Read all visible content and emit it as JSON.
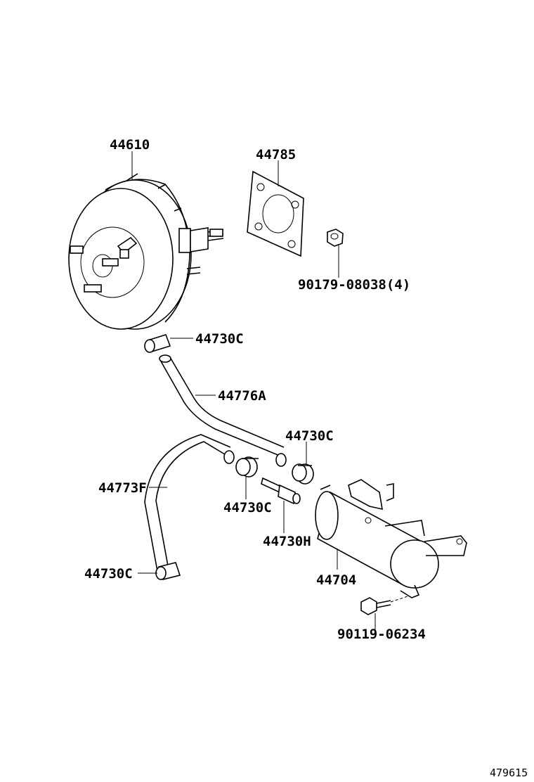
{
  "parts": {
    "booster": "44610",
    "gasket": "44785",
    "nut": "90179-08038(4)",
    "clamp_top": "44730C",
    "hose_a": "44776A",
    "clamp_right": "44730C",
    "hose_f": "44773F",
    "clamp_mid": "44730C",
    "check_valve": "44730H",
    "tank": "44704",
    "clamp_bottom": "44730C",
    "bolt": "90119-06234"
  },
  "diagram_id": "479615"
}
